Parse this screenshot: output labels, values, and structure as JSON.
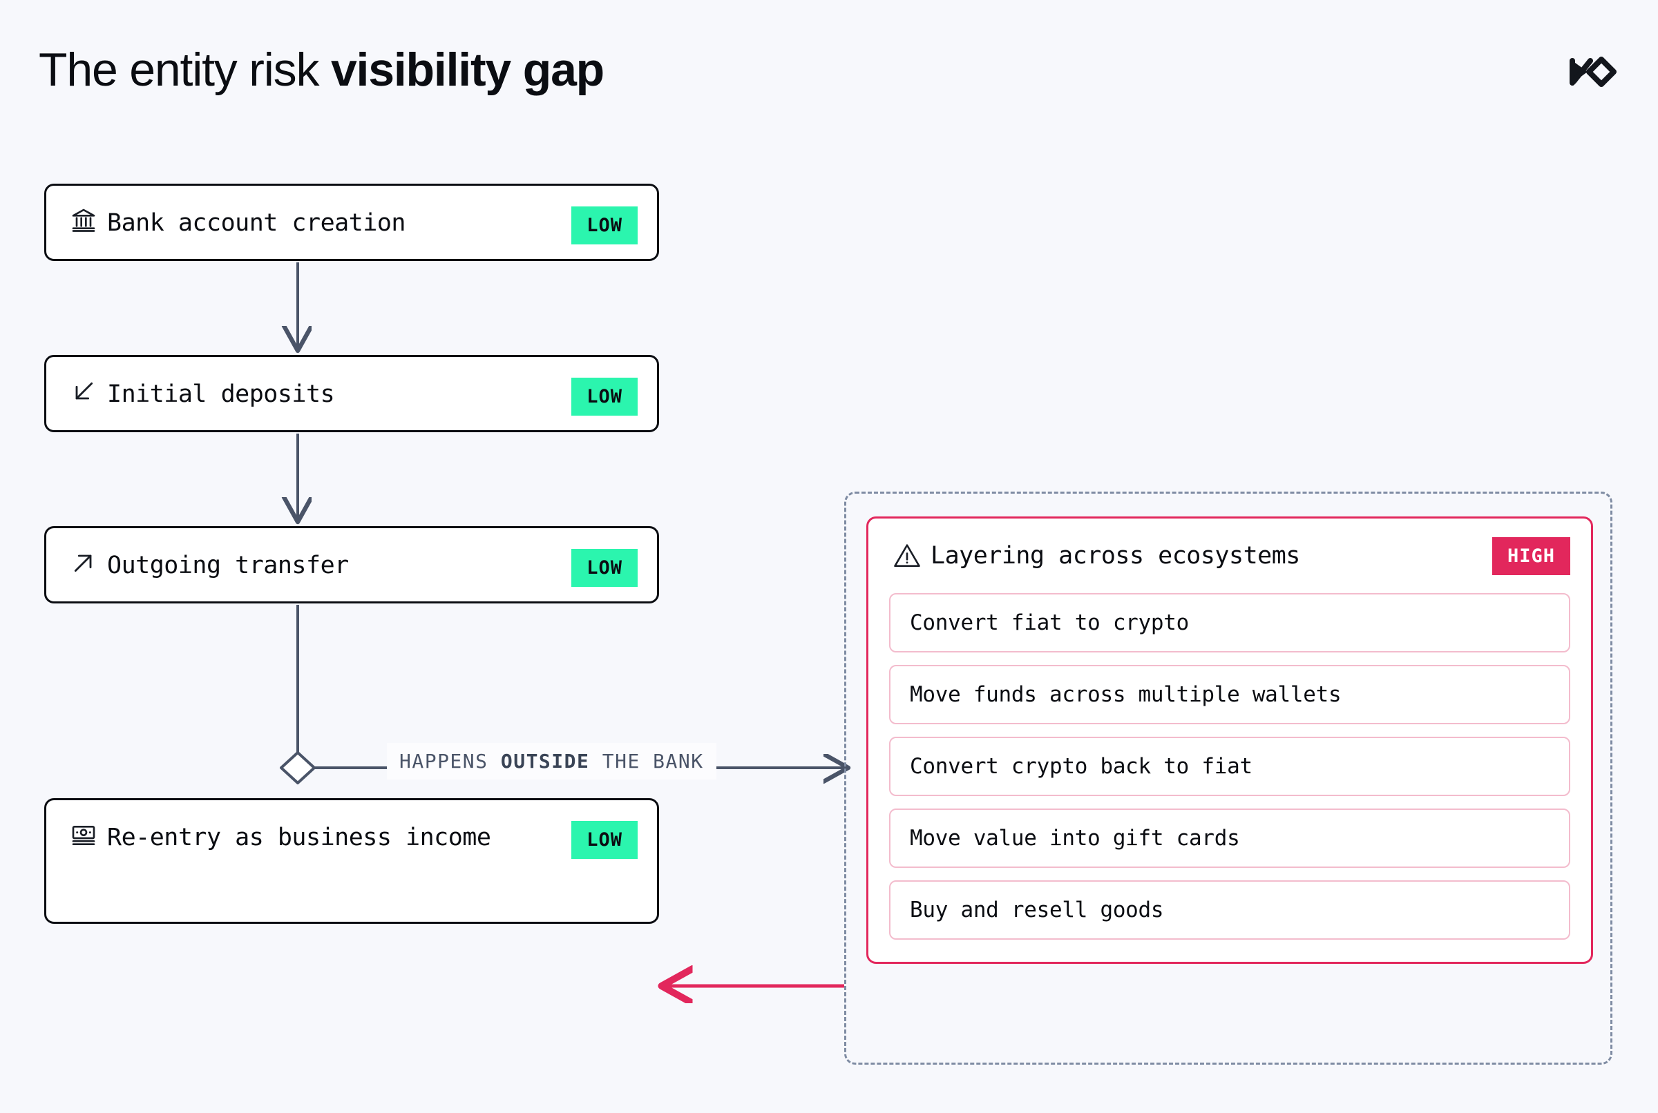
{
  "header": {
    "title_light": "The entity risk ",
    "title_bold": "visibility gap",
    "logo_name": "brand-mark-logo"
  },
  "colors": {
    "background": "#F7F8FC",
    "ink": "#0B0D12",
    "low_badge_bg": "#2BF5AE",
    "high_badge_bg": "#E2275C",
    "high_badge_text": "#FFFFFF",
    "connector": "#4A5468",
    "dashed_border": "#7F8CA3",
    "risk_step_border": "#F3BCCD",
    "return_arrow": "#E2275C"
  },
  "flow": {
    "steps": [
      {
        "id": "bank-account-creation",
        "icon": "bank-building-icon",
        "label": "Bank account creation",
        "risk": "LOW"
      },
      {
        "id": "initial-deposits",
        "icon": "arrow-down-left-icon",
        "label": "Initial deposits",
        "risk": "LOW"
      },
      {
        "id": "outgoing-transfer",
        "icon": "arrow-up-right-icon",
        "label": "Outgoing transfer",
        "risk": "LOW"
      },
      {
        "id": "re-entry-as-business-income",
        "icon": "banknote-icon",
        "label": "Re-entry as business income",
        "risk": "LOW"
      }
    ]
  },
  "branch": {
    "label_prefix": "HAPPENS ",
    "label_strong": "OUTSIDE",
    "label_suffix": " THE BANK",
    "node": "diamond-junction-node"
  },
  "risk_panel": {
    "icon": "warning-triangle-icon",
    "title": "Layering across ecosystems",
    "risk": "HIGH",
    "steps": [
      "Convert fiat to crypto",
      "Move funds across multiple wallets",
      "Convert crypto back to fiat",
      "Move value into gift cards",
      "Buy and resell goods"
    ]
  }
}
